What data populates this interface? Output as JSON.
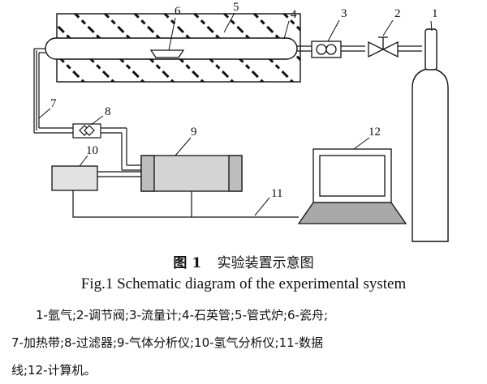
{
  "labels": {
    "n1": "1",
    "n2": "2",
    "n3": "3",
    "n4": "4",
    "n5": "5",
    "n6": "6",
    "n7": "7",
    "n8": "8",
    "n9": "9",
    "n10": "10",
    "n11": "11",
    "n12": "12"
  },
  "caption_cn": {
    "fig": "图 1",
    "title": "实验装置示意图"
  },
  "caption_en": "Fig.1 Schematic diagram of the experimental system",
  "legend": {
    "line1": "1-氩气;2-调节阀;3-流量计;4-石英管;5-管式炉;6-瓷舟;",
    "line2": "7-加热带;8-过滤器;9-气体分析仪;10-氢气分析仪;11-数据",
    "line3": "线;12-计算机。"
  }
}
